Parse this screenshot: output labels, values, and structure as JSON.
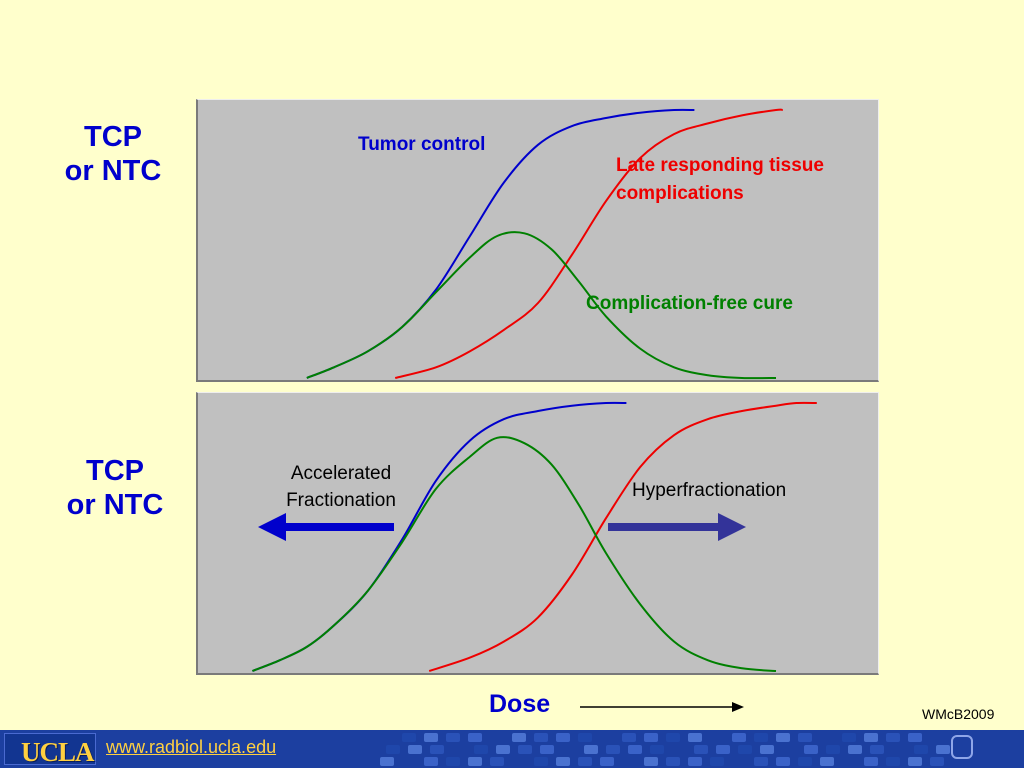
{
  "footer": {
    "logo": "UCLA",
    "url": "www.radbiol.ucla.edu"
  },
  "credit": "WMcB2009",
  "dose_label": "Dose",
  "colors": {
    "background": "#ffffcc",
    "panel": "#c0c0c0",
    "tumor": "#0000cc",
    "late_tissue": "#ee0000",
    "cure": "#008000",
    "label_blue": "#0000cc",
    "arrow_left": "#0000cc",
    "arrow_right": "#333399",
    "footer": "#1c3fa0",
    "footer_text": "#ffd040"
  },
  "chart_data": [
    {
      "type": "line",
      "ylabel": [
        "TCP",
        "or NTC"
      ],
      "xlabel": "",
      "xlim": [
        0,
        100
      ],
      "ylim": [
        0,
        1
      ],
      "grid": false,
      "series": [
        {
          "name": "Tumor control",
          "color": "#0000cc",
          "x": [
            16,
            20,
            25,
            30,
            35,
            40,
            45,
            50,
            55,
            60,
            65,
            70,
            73
          ],
          "y": [
            0,
            0.04,
            0.1,
            0.19,
            0.33,
            0.53,
            0.73,
            0.87,
            0.94,
            0.97,
            0.99,
            1.0,
            1.0
          ]
        },
        {
          "name": "Late responding tissue complications",
          "color": "#ee0000",
          "x": [
            29,
            35,
            40,
            45,
            50,
            55,
            60,
            65,
            70,
            75,
            80,
            85,
            86
          ],
          "y": [
            0,
            0.04,
            0.1,
            0.18,
            0.28,
            0.46,
            0.66,
            0.82,
            0.91,
            0.95,
            0.98,
            1.0,
            1.0
          ]
        },
        {
          "name": "Complication-free cure",
          "color": "#008000",
          "x": [
            16,
            20,
            25,
            30,
            35,
            40,
            44,
            48,
            52,
            56,
            60,
            65,
            70,
            75,
            80,
            85
          ],
          "y": [
            0,
            0.04,
            0.1,
            0.19,
            0.32,
            0.45,
            0.53,
            0.54,
            0.48,
            0.36,
            0.23,
            0.11,
            0.04,
            0.01,
            0,
            0
          ]
        }
      ],
      "annotations": [
        {
          "text": "Tumor control",
          "color": "#0000cc"
        },
        {
          "text": "Late responding tissue",
          "color": "#ee0000"
        },
        {
          "text": "complications",
          "color": "#ee0000"
        },
        {
          "text": "Complication-free cure",
          "color": "#008000"
        }
      ]
    },
    {
      "type": "line",
      "ylabel": [
        "TCP",
        "or NTC"
      ],
      "xlabel": "",
      "xlim": [
        0,
        100
      ],
      "ylim": [
        0,
        1
      ],
      "grid": false,
      "series": [
        {
          "name": "Tumor control",
          "color": "#0000cc",
          "x": [
            8,
            12,
            16,
            20,
            25,
            30,
            35,
            40,
            45,
            50,
            55,
            60,
            63
          ],
          "y": [
            0,
            0.04,
            0.09,
            0.17,
            0.3,
            0.49,
            0.71,
            0.86,
            0.94,
            0.97,
            0.99,
            1.0,
            1.0
          ]
        },
        {
          "name": "Late responding tissue complications",
          "color": "#ee0000",
          "x": [
            34,
            40,
            45,
            50,
            55,
            60,
            65,
            70,
            75,
            80,
            85,
            88,
            91
          ],
          "y": [
            0,
            0.05,
            0.11,
            0.2,
            0.36,
            0.57,
            0.76,
            0.88,
            0.94,
            0.97,
            0.99,
            1.0,
            1.0
          ]
        },
        {
          "name": "Complication-free cure",
          "color": "#008000",
          "x": [
            8,
            12,
            16,
            20,
            25,
            30,
            35,
            40,
            44,
            48,
            52,
            56,
            60,
            65,
            70,
            75,
            80,
            85
          ],
          "y": [
            0,
            0.04,
            0.09,
            0.17,
            0.3,
            0.48,
            0.68,
            0.8,
            0.87,
            0.85,
            0.77,
            0.62,
            0.44,
            0.25,
            0.11,
            0.04,
            0.01,
            0
          ]
        }
      ],
      "annotations": [
        {
          "text": "Accelerated",
          "color": "#000000"
        },
        {
          "text": "Fractionation",
          "color": "#000000"
        },
        {
          "text": "Hyperfractionation",
          "color": "#000000"
        }
      ]
    }
  ]
}
